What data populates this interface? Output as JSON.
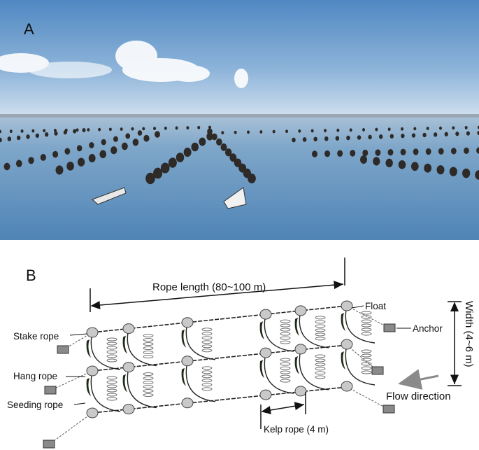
{
  "panel_a": {
    "label": "A"
  },
  "panel_b": {
    "label": "B",
    "labels": {
      "rope_length": "Rope length (80~100 m)",
      "float": "Float",
      "anchor": "Anchor",
      "width": "Width (4~6 m)",
      "stake_rope": "Stake rope",
      "hang_rope": "Hang rope",
      "seeding_rope": "Seeding rope",
      "flow_direction": "Flow direction",
      "kelp_rope": "Kelp rope (4 m)"
    }
  },
  "colors": {
    "sky_top": "#5f95c9",
    "sky_bottom": "#c3d7ea",
    "sea": "#5d8fbd",
    "buoy": "#2e2a28",
    "float_fill": "#c9c9c9",
    "anchor_fill": "#8a8a8a",
    "kelp": "#1f2a1a",
    "flow_arrow": "#8a8a8a"
  }
}
